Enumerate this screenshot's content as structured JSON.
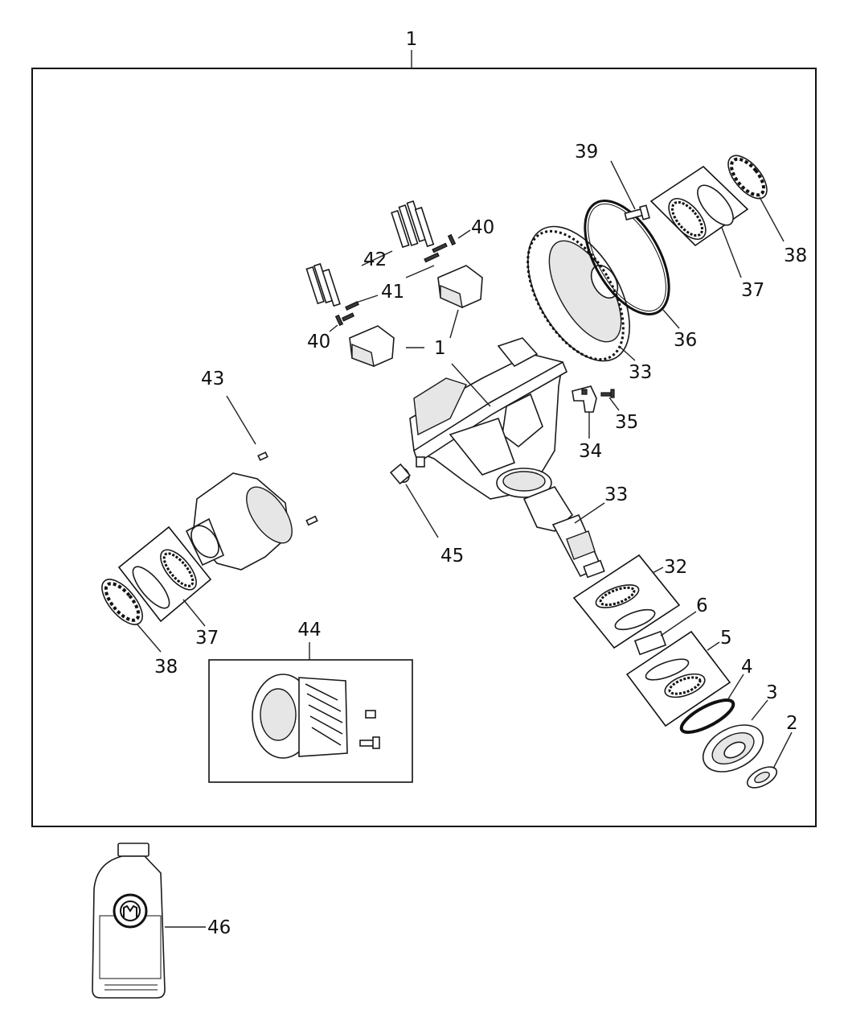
{
  "callouts": {
    "c1_top": "1",
    "c1_mid": "1",
    "c2": "2",
    "c3": "3",
    "c4": "4",
    "c5": "5",
    "c6": "6",
    "c32": "32",
    "c33_gear": "33",
    "c33_pinion": "33",
    "c34": "34",
    "c35": "35",
    "c36": "36",
    "c37_right": "37",
    "c37_left": "37",
    "c38_right": "38",
    "c38_left": "38",
    "c39": "39",
    "c40_top": "40",
    "c40_bottom": "40",
    "c41": "41",
    "c42": "42",
    "c43": "43",
    "c44": "44",
    "c45": "45",
    "c46": "46"
  },
  "bottle": {
    "logo": "",
    "label_text": ""
  }
}
